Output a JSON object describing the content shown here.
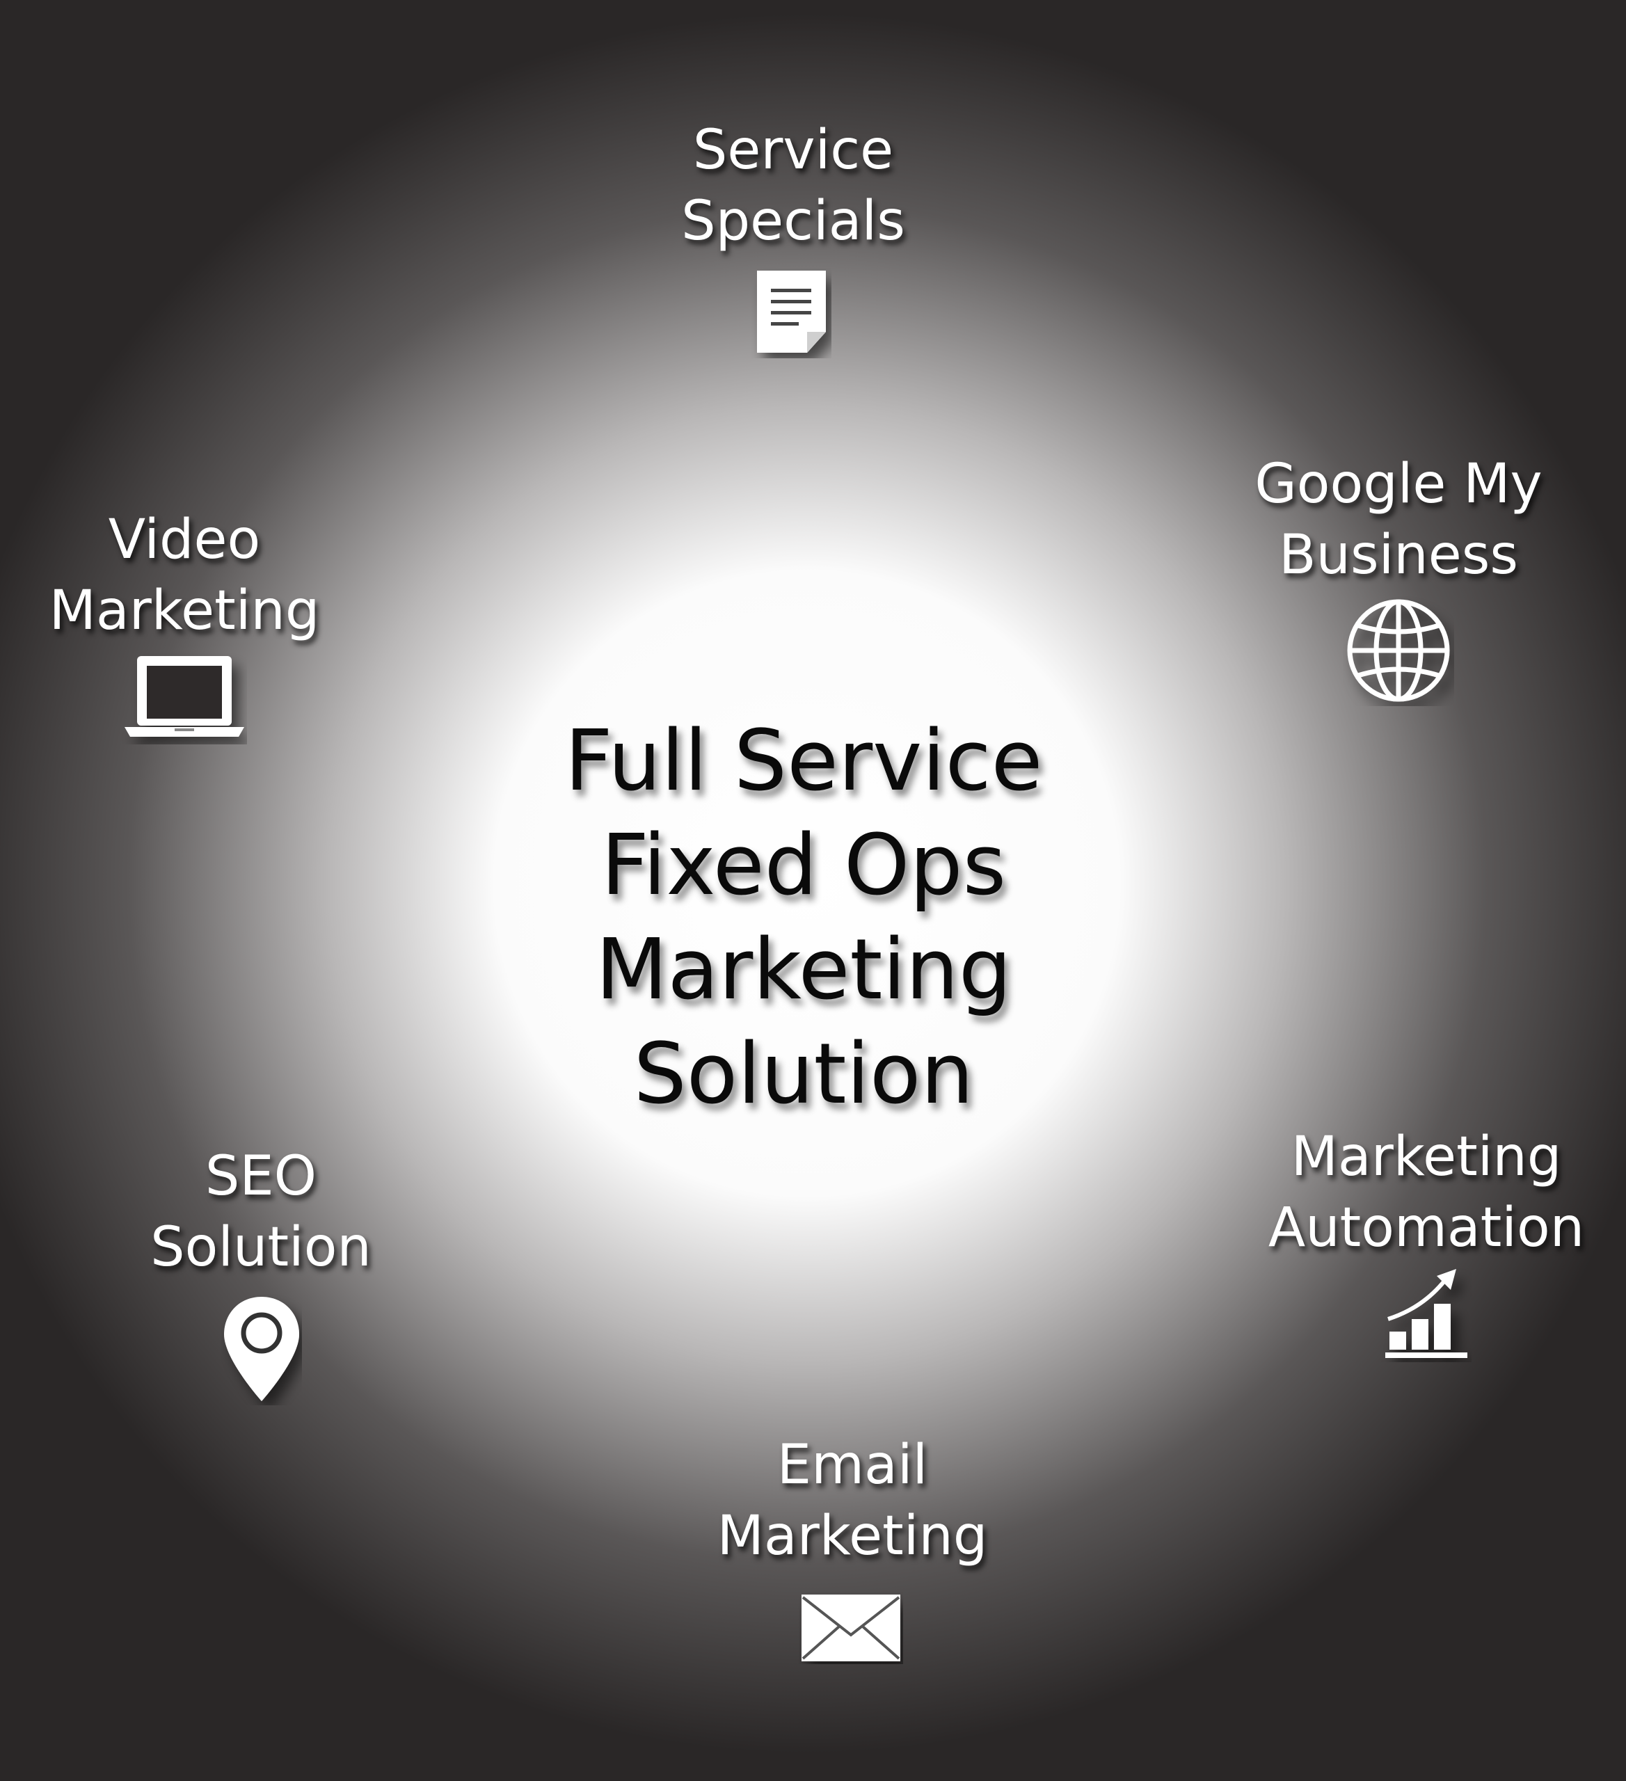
{
  "title": {
    "lines": [
      "Full Service",
      "Fixed Ops",
      "Marketing",
      "Solution"
    ]
  },
  "steps": [
    {
      "label_lines": [
        "Service",
        "Specials"
      ],
      "icon": "document-icon"
    },
    {
      "label_lines": [
        "Google My",
        "Business"
      ],
      "icon": "globe-icon"
    },
    {
      "label_lines": [
        "Marketing",
        "Automation"
      ],
      "icon": "growth-chart-icon"
    },
    {
      "label_lines": [
        "Email",
        "Marketing"
      ],
      "icon": "envelope-icon"
    },
    {
      "label_lines": [
        "SEO",
        "Solution"
      ],
      "icon": "map-pin-icon"
    },
    {
      "label_lines": [
        "Video",
        "Marketing"
      ],
      "icon": "laptop-icon"
    }
  ],
  "colors": {
    "background": "#2a2727",
    "center_glow": "#ffffff",
    "arrow_gray": "#5c5f63",
    "arrow_gray_back": "#4a4d51",
    "arrow_blue": "#3aa7dc",
    "arrow_blue_back": "#4cc6ea",
    "arrow_red": "#f0131f",
    "arrow_red_back": "#f24d5e",
    "label_text": "#ffffff",
    "title_text": "#0a0a0a"
  }
}
